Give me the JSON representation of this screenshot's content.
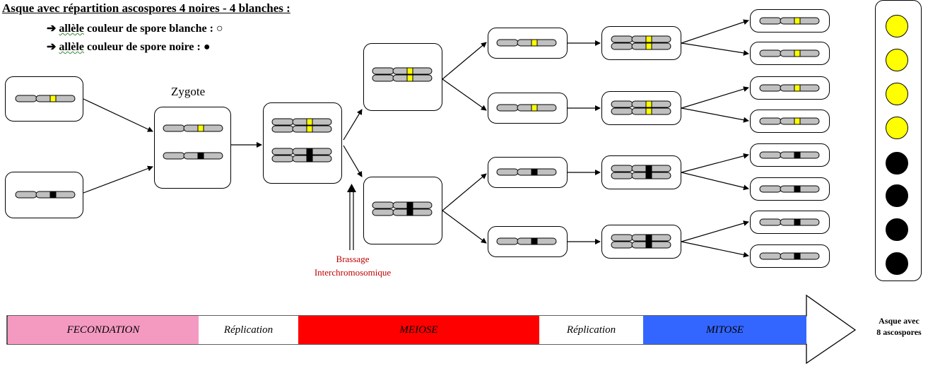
{
  "title": "Asque avec répartition ascospores 4 noires - 4 blanches :",
  "legend": {
    "white_prefix": "➔ ",
    "white_word": "allèle",
    "white_rest": " couleur de spore blanche : ○",
    "black_prefix": "➔ ",
    "black_word": "allèle",
    "black_rest": " couleur de spore noire : ●"
  },
  "zygote_label": "Zygote",
  "brassage_label_1": "Brassage",
  "brassage_label_2": "Interchromosomique",
  "timeline": {
    "segments": [
      {
        "label": "FECONDATION",
        "color": "#f49ac1"
      },
      {
        "label": "Réplication",
        "color": "#ffffff"
      },
      {
        "label": "MEIOSE",
        "color": "#ff0000"
      },
      {
        "label": "Réplication",
        "color": "#ffffff"
      },
      {
        "label": "MITOSE",
        "color": "#3366ff"
      }
    ],
    "end_label_1": "Asque avec",
    "end_label_2": "8 ascospores"
  },
  "colors": {
    "chromosome": "#c0c0c0",
    "allele_white": "#ffff00",
    "allele_black": "#000000",
    "spore_white": "#ffff00",
    "spore_black": "#000000"
  },
  "spores": [
    "white",
    "white",
    "white",
    "white",
    "black",
    "black",
    "black",
    "black"
  ]
}
